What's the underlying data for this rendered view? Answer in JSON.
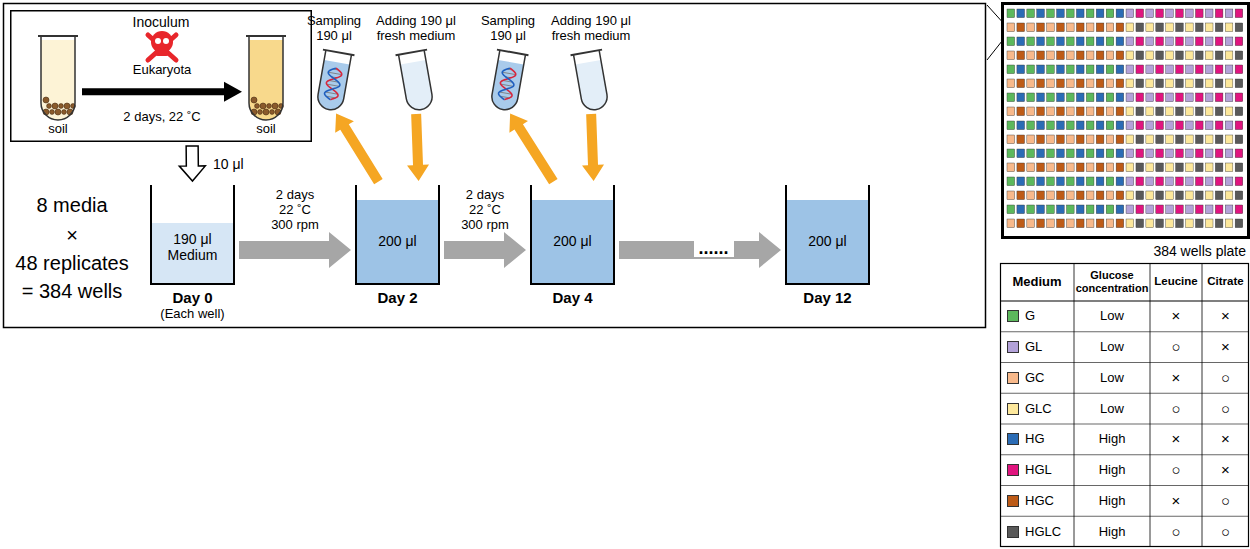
{
  "diagram": {
    "nodes": [
      {
        "text": [
          "Inoculum"
        ]
      },
      {
        "text": [
          "soil"
        ],
        "in": 0
      },
      {
        "text": [
          "soil"
        ],
        "in": 0
      },
      {
        "text": [
          "190 μl Medium",
          "Day 0",
          "(Each well)"
        ]
      },
      {
        "text": [
          "200 μl",
          "Day 2"
        ]
      },
      {
        "text": [
          "200 μl",
          "Day 4"
        ]
      },
      {
        "text": [
          "200 μl",
          "Day 12"
        ]
      },
      {
        "text": [
          "Sampling 190 μl"
        ]
      },
      {
        "text": [
          "Adding 190 μl fresh medium"
        ]
      },
      {
        "text": [
          "Sampling 190 μl"
        ]
      },
      {
        "text": [
          "Adding 190 μl fresh medium"
        ]
      }
    ],
    "edges": [
      {
        "from": 1,
        "to": 2,
        "arrow": "to",
        "label": "2 days, 22 ˚C"
      },
      {
        "from": 0,
        "to": 3,
        "arrow": "to",
        "label": "10 μl"
      },
      {
        "from": 3,
        "to": 4,
        "arrow": "to",
        "label": "2 days 22 ˚C 300 rpm"
      },
      {
        "from": 4,
        "to": 5,
        "arrow": "to",
        "label": "2 days 22 ˚C 300 rpm"
      },
      {
        "from": 5,
        "to": 6,
        "arrow": "to",
        "label": "......"
      },
      {
        "from": 4,
        "to": 7,
        "arrow": "to"
      },
      {
        "from": 8,
        "to": 4,
        "arrow": "to"
      },
      {
        "from": 5,
        "to": 9,
        "arrow": "to"
      },
      {
        "from": 10,
        "to": 5,
        "arrow": "to"
      }
    ],
    "labels": [
      "Eukaryota",
      "8 media",
      "×",
      "48 replicates",
      "= 384 wells",
      "384 wells plate",
      "Medium",
      "Glucose concentration",
      "Leucine",
      "Citrate",
      "Low",
      "×",
      "×",
      "Low",
      "○",
      "×",
      "Low",
      "×",
      "○",
      "Low",
      "○",
      "○",
      "High",
      "×",
      "×",
      "High",
      "○",
      "×",
      "High",
      "×",
      "○",
      "High",
      "○",
      "○"
    ],
    "legend": [
      {
        "text": "G",
        "color": "#5cb85c"
      },
      {
        "text": "GL",
        "color": "#b3a2d9"
      },
      {
        "text": "GC",
        "color": "#f8b98b"
      },
      {
        "text": "GLC",
        "color": "#fde89c"
      },
      {
        "text": "HG",
        "color": "#2b6cb5"
      },
      {
        "text": "HGL",
        "color": "#e0157f"
      },
      {
        "text": "HGC",
        "color": "#bd5b17"
      },
      {
        "text": "HGLC",
        "color": "#595959"
      }
    ]
  }
}
